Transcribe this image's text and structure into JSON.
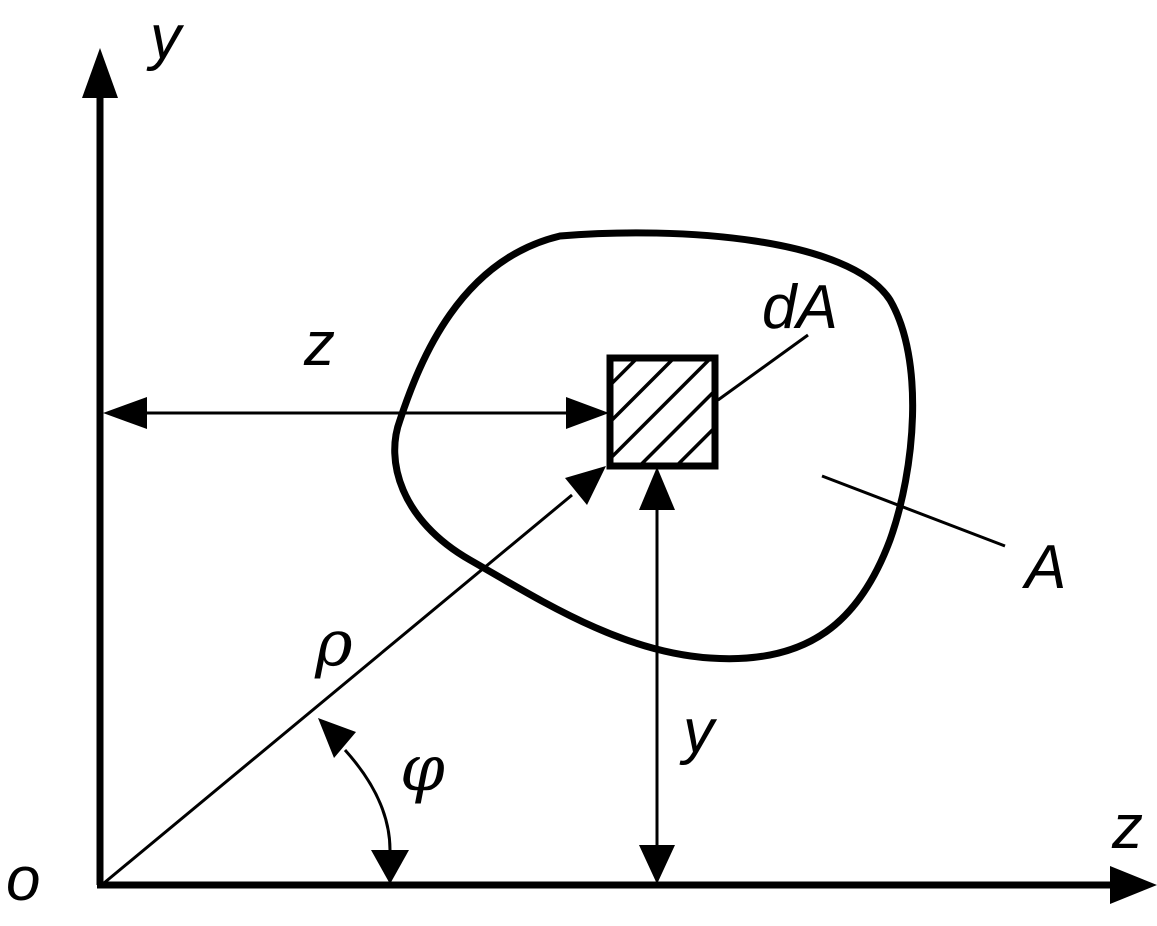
{
  "diagram": {
    "labels": {
      "axis_y_top": "y",
      "axis_z_right": "z",
      "origin": "o",
      "dist_z": "z",
      "dist_y": "y",
      "element": "dA",
      "area": "A",
      "radius": "ρ",
      "angle": "φ"
    },
    "colors": {
      "ink": "#000000",
      "background": "#ffffff"
    }
  }
}
